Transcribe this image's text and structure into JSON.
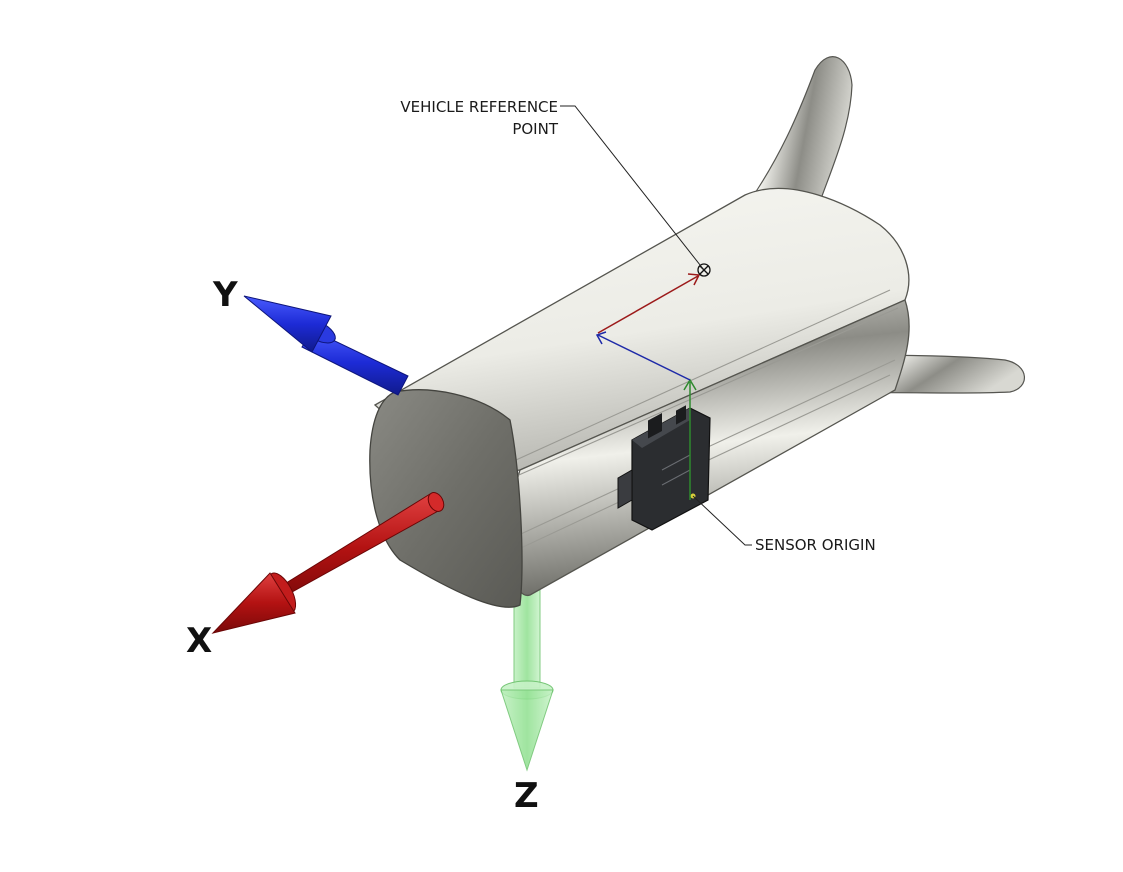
{
  "labels": {
    "vehicle_reference_line1": "VEHICLE REFERENCE",
    "vehicle_reference_line2": "POINT",
    "sensor_origin": "SENSOR ORIGIN"
  },
  "axes": {
    "x": {
      "label": "X",
      "color": "#c01818"
    },
    "y": {
      "label": "Y",
      "color": "#1a2fd0"
    },
    "z": {
      "label": "Z",
      "color": "#8ee08e"
    }
  }
}
